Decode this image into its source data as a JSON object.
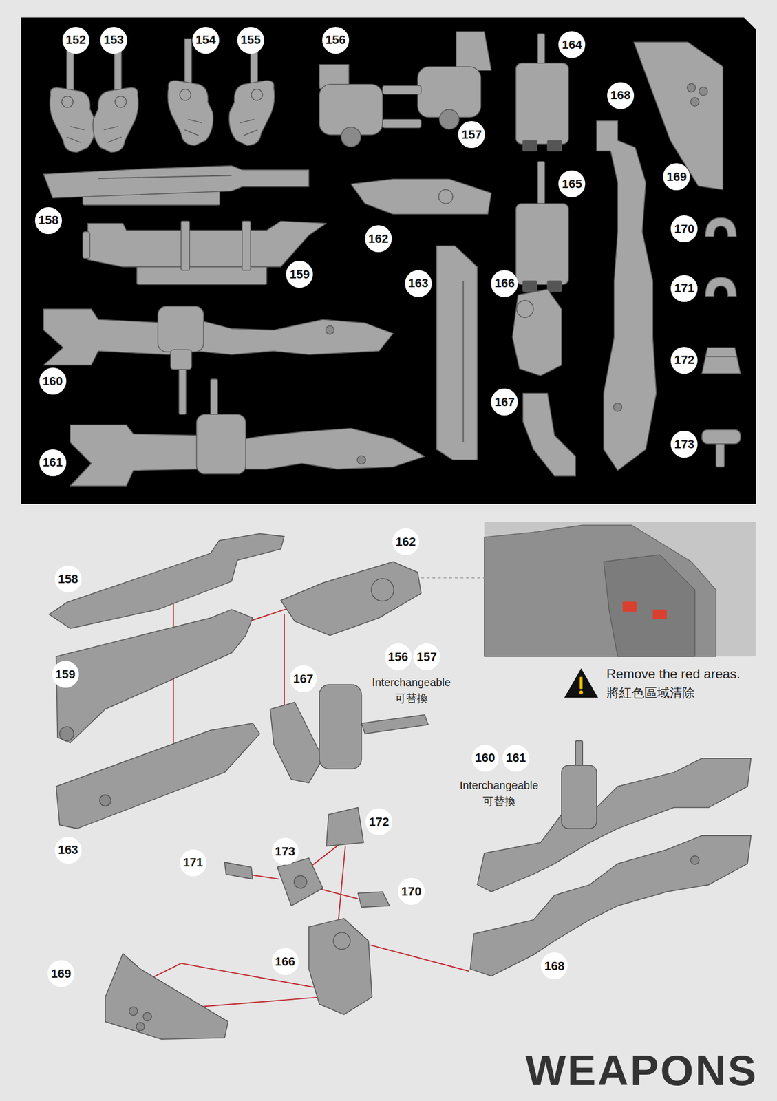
{
  "diagram": {
    "title": "WEAPONS",
    "nodes": [
      {
        "text": [
          "152"
        ]
      },
      {
        "text": [
          "153"
        ]
      },
      {
        "text": [
          "154"
        ]
      },
      {
        "text": [
          "155"
        ]
      },
      {
        "text": [
          "156"
        ]
      },
      {
        "text": [
          "164"
        ]
      },
      {
        "text": [
          "168"
        ]
      },
      {
        "text": [
          "157"
        ]
      },
      {
        "text": [
          "169"
        ]
      },
      {
        "text": [
          "165"
        ]
      },
      {
        "text": [
          "158"
        ]
      },
      {
        "text": [
          "162"
        ]
      },
      {
        "text": [
          "170"
        ]
      },
      {
        "text": [
          "159"
        ]
      },
      {
        "text": [
          "163"
        ]
      },
      {
        "text": [
          "166"
        ]
      },
      {
        "text": [
          "171"
        ]
      },
      {
        "text": [
          "172"
        ]
      },
      {
        "text": [
          "160"
        ]
      },
      {
        "text": [
          "167"
        ]
      },
      {
        "text": [
          "173"
        ]
      },
      {
        "text": [
          "161"
        ]
      },
      {
        "text": [
          "162"
        ]
      },
      {
        "text": [
          "158"
        ]
      },
      {
        "text": [
          "156"
        ]
      },
      {
        "text": [
          "157"
        ]
      },
      {
        "text": [
          "159"
        ]
      },
      {
        "text": [
          "167"
        ]
      },
      {
        "text": [
          "160"
        ]
      },
      {
        "text": [
          "161"
        ]
      },
      {
        "text": [
          "172"
        ]
      },
      {
        "text": [
          "163"
        ]
      },
      {
        "text": [
          "173"
        ]
      },
      {
        "text": [
          "171"
        ]
      },
      {
        "text": [
          "170"
        ]
      },
      {
        "text": [
          "166"
        ]
      },
      {
        "text": [
          "169"
        ]
      },
      {
        "text": [
          "168"
        ]
      }
    ],
    "labels": [
      "Interchangeable",
      "可替換",
      "Interchangeable",
      "可替換",
      "Remove the red areas.",
      "將紅色區域清除"
    ]
  }
}
